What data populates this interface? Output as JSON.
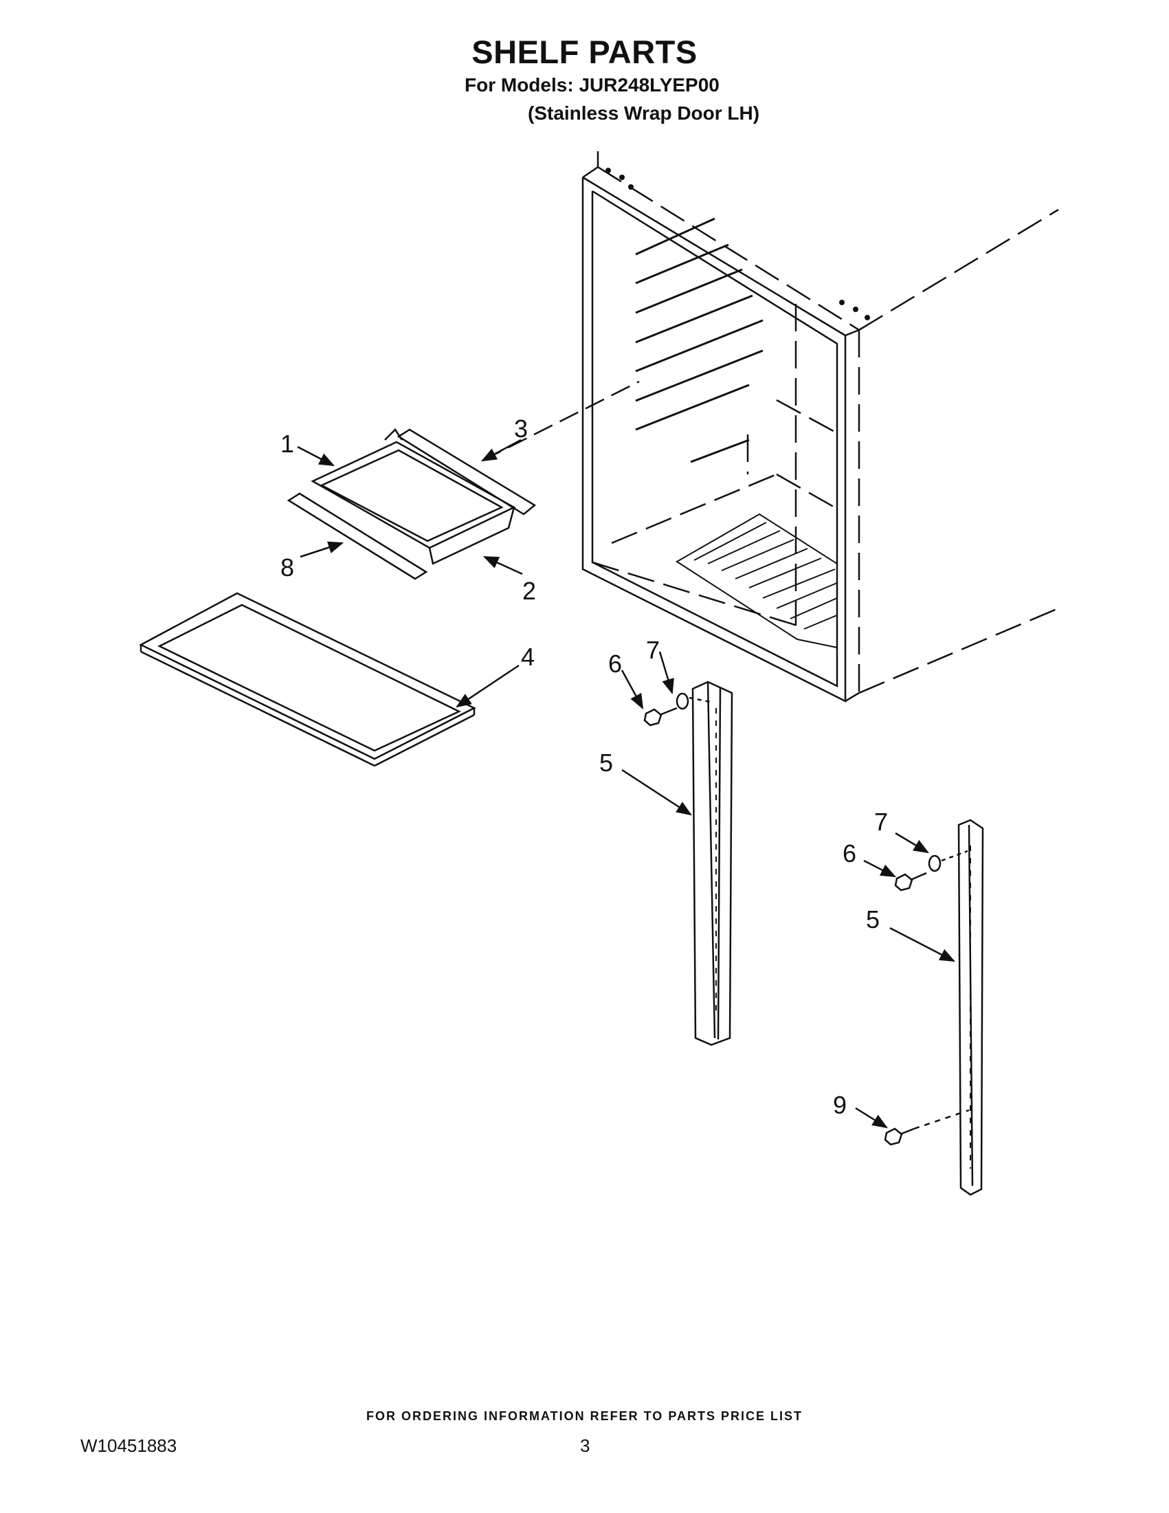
{
  "header": {
    "title": "SHELF PARTS",
    "models_line": "For Models: JUR248LYEP00",
    "variant_line": "(Stainless Wrap Door LH)"
  },
  "callouts": [
    "1",
    "3",
    "8",
    "2",
    "4",
    "6",
    "7",
    "5",
    "7",
    "6",
    "5",
    "9"
  ],
  "footer": {
    "ordering_note": "FOR ORDERING INFORMATION REFER TO PARTS PRICE LIST",
    "document_number": "W10451883",
    "page_number": "3"
  }
}
